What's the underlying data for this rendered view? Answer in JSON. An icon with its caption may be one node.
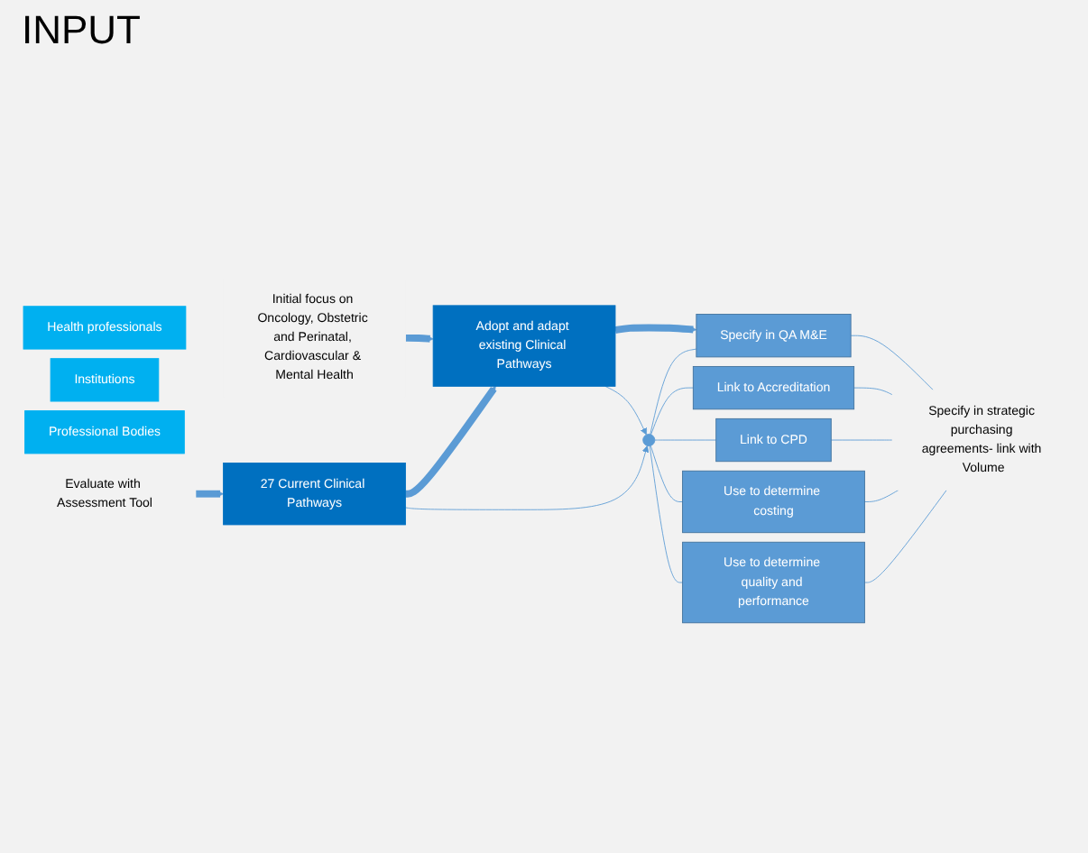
{
  "diagram": {
    "nodes": [
      {
        "text": [
          "Health professionals"
        ]
      },
      {
        "text": [
          "Institutions"
        ]
      },
      {
        "text": [
          "Professional Bodies"
        ]
      },
      {
        "text": [],
        "shape": "circle"
      },
      {
        "text": [
          "Use to determine quality and performance"
        ]
      },
      {
        "text": [
          "Use to determine costing"
        ]
      },
      {
        "text": [
          "Link to CPD"
        ]
      },
      {
        "text": [
          "Link to Accreditation"
        ]
      },
      {
        "text": [
          "Specify in QA M&E"
        ]
      },
      {
        "text": [
          "Specify in strategic purchasing agreements- link with Volume"
        ]
      },
      {
        "text": [
          "Adopt and adapt existing Clinical Pathways"
        ]
      },
      {
        "text": [
          "Initial focus on Oncology, Obstetric and Perinatal, Cardiovascular & Mental Health"
        ]
      },
      {
        "text": [
          "27 Current Clinical Pathways"
        ]
      },
      {
        "text": [
          "Evaluate with Assessment Tool"
        ]
      }
    ],
    "edges": [
      {
        "from": 3,
        "to": 4,
        "arrow": "none"
      },
      {
        "from": 3,
        "to": 5,
        "arrow": "none"
      },
      {
        "from": 3,
        "to": 6,
        "arrow": "none"
      },
      {
        "from": 3,
        "to": 7,
        "arrow": "none"
      },
      {
        "from": 3,
        "to": 8,
        "arrow": "none"
      },
      {
        "from": 4,
        "to": 9,
        "arrow": "none"
      },
      {
        "from": 5,
        "to": 9,
        "arrow": "none"
      },
      {
        "from": 6,
        "to": 9,
        "arrow": "none"
      },
      {
        "from": 7,
        "to": 9,
        "arrow": "none"
      },
      {
        "from": 8,
        "to": 9,
        "arrow": "none"
      },
      {
        "from": 10,
        "to": 3,
        "arrow": "to"
      },
      {
        "from": 12,
        "to": 3,
        "arrow": "to"
      },
      {
        "from": 10,
        "to": 8,
        "arrow": "to",
        "style": "thick"
      },
      {
        "from": 12,
        "to": 10,
        "arrow": "to",
        "style": "thick"
      },
      {
        "from": 11,
        "to": 10,
        "arrow": "to",
        "style": "thick"
      },
      {
        "from": 13,
        "to": 12,
        "arrow": "to",
        "style": "thick"
      }
    ],
    "labels": [
      "INPUT"
    ]
  }
}
